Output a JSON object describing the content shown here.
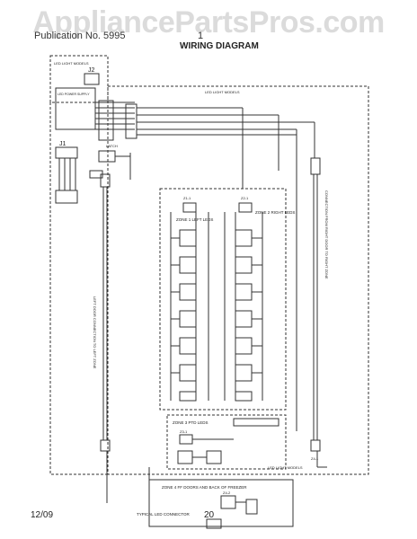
{
  "watermark": "AppliancePartsPros.com",
  "header": {
    "model": "Publication No. 5995",
    "publication": "1",
    "title": "WIRING DIAGRAM"
  },
  "footer": {
    "date": "12/09",
    "page": "20"
  },
  "diagram": {
    "top_left_box": "LED LIGHT MODELS",
    "main_box_top": "LED LIGHT MODELS",
    "main_box_bottom": "LED LIGHT MODELS",
    "j2": "J2",
    "j1": "J1",
    "power_supply": "LED POWER SUPPLY",
    "latch": "LATCH",
    "left_door_conn": "LEFT DOOR CONNECTION TO LEFT ZONE",
    "right_door_conn": "CONNECTION FROM RIGHT DOOR TO RIGHT ZONE",
    "zone1": "ZONE 1 LEFT LEDS",
    "zone2": "ZONE 2 RIGHT LEDS",
    "zone3": "ZONE 3 PTD LEDS",
    "zone4": "ZONE 4 FF DOORS AND BACK OF FREEZER",
    "typical": "TYPICAL LED CONNECTOR",
    "conn_z1_1": "Z1-1",
    "conn_z2_1": "Z2-1",
    "conn_z3_1": "Z3-1",
    "conn_z4_1": "Z4-1",
    "conn_z4_2": "Z4-2"
  }
}
